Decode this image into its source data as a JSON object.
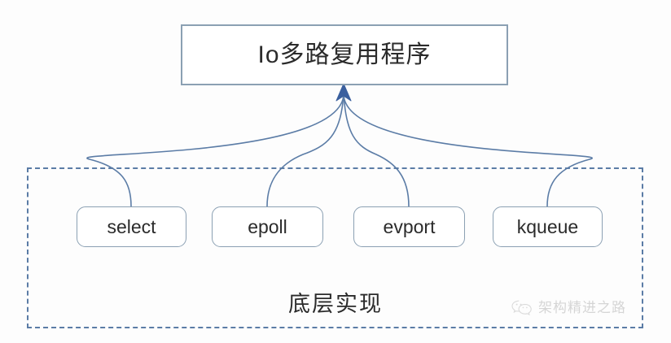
{
  "diagram": {
    "top_node": {
      "label": "Io多路复用程序"
    },
    "group": {
      "label": "底层实现"
    },
    "leaves": [
      {
        "label": "select"
      },
      {
        "label": "epoll"
      },
      {
        "label": "evport"
      },
      {
        "label": "kqueue"
      }
    ],
    "watermark": {
      "text": "架构精进之路",
      "icon": "wechat-icon"
    },
    "colors": {
      "node_border": "#8ba0b3",
      "group_border": "#5b7ca6",
      "connector": "#5b7ca6",
      "arrow_fill": "#3a5f9e",
      "text": "#2b2b2b",
      "watermark_text": "#8d8d8d",
      "background": "#fdfdfd"
    }
  }
}
